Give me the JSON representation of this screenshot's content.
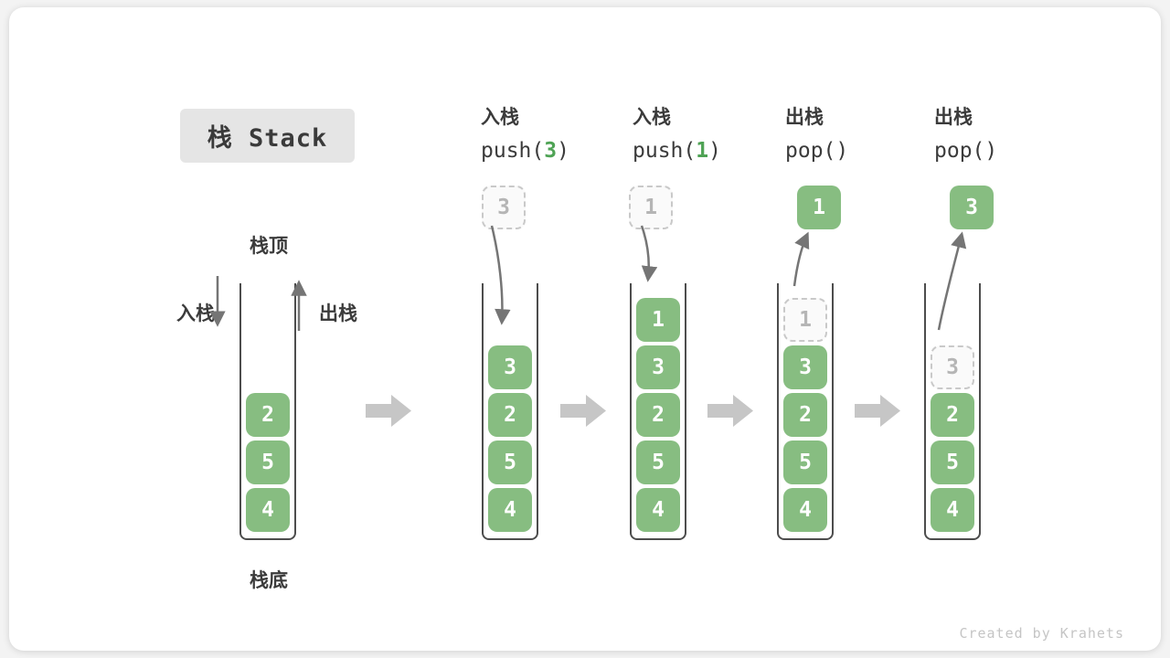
{
  "title": {
    "text": "栈 Stack"
  },
  "watermark": "Created by Krahets",
  "side_labels": {
    "top": "栈顶",
    "bottom": "栈底",
    "push": "入栈",
    "pop": "出栈"
  },
  "ops": [
    {
      "name": "入栈",
      "code_pre": "push(",
      "arg": "3",
      "code_post": ")"
    },
    {
      "name": "入栈",
      "code_pre": "push(",
      "arg": "1",
      "code_post": ")"
    },
    {
      "name": "出栈",
      "code_pre": "pop(",
      "arg": "",
      "code_post": ")"
    },
    {
      "name": "出栈",
      "code_pre": "pop(",
      "arg": "",
      "code_post": ")"
    }
  ],
  "floating": [
    {
      "value": "3",
      "kind": "dashed"
    },
    {
      "value": "1",
      "kind": "dashed"
    },
    {
      "value": "1",
      "kind": "solid"
    },
    {
      "value": "3",
      "kind": "solid"
    }
  ],
  "stacks": [
    {
      "cells": [
        "2",
        "5",
        "4"
      ]
    },
    {
      "cells": [
        "3",
        "2",
        "5",
        "4"
      ]
    },
    {
      "cells": [
        "1",
        "3",
        "2",
        "5",
        "4"
      ]
    },
    {
      "ghost": "1",
      "cells": [
        "3",
        "2",
        "5",
        "4"
      ]
    },
    {
      "ghost": "3",
      "cells": [
        "2",
        "5",
        "4"
      ]
    }
  ],
  "colors": {
    "cell_green": "#87bd81",
    "arg_green": "#4fa355",
    "arrow_gray": "#757575",
    "flow_arrow_gray": "#c6c6c6",
    "wall_gray": "#4d4d4d",
    "ghost_gray": "#c9c9c9"
  },
  "icons": {
    "push_direction": "down-arrow-icon",
    "pop_direction": "up-arrow-icon",
    "step_transition": "right-block-arrow-icon"
  }
}
